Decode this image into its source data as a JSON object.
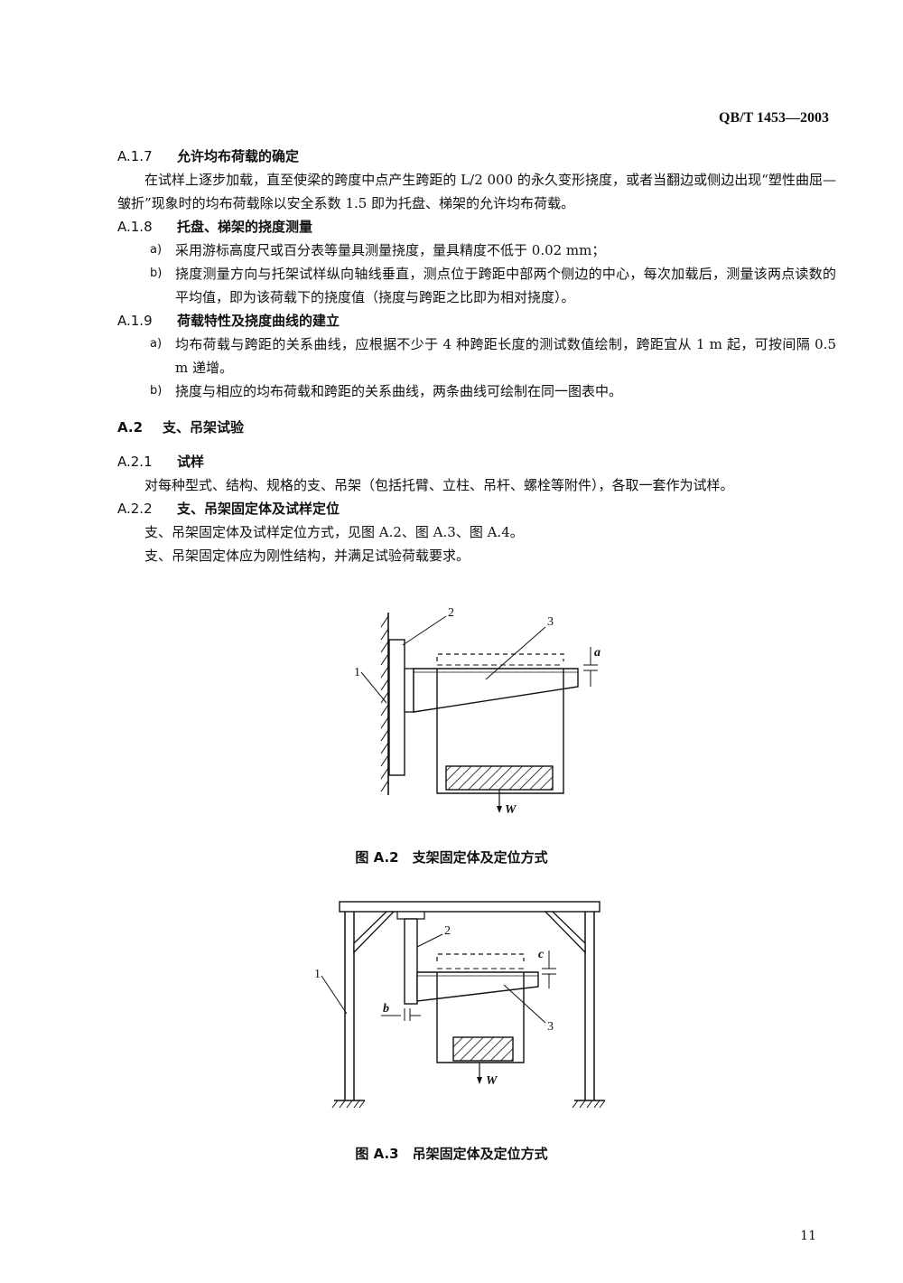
{
  "header": {
    "code": "QB/T 1453—2003"
  },
  "a17": {
    "num": "A.1.7",
    "title": "允许均布荷载的确定",
    "text": "在试样上逐步加载，直至使梁的跨度中点产生跨距的 L/2 000 的永久变形挠度，或者当翻边或侧边出现“塑性曲屈—皱折”现象时的均布荷载除以安全系数 1.5 即为托盘、梯架的允许均布荷载。"
  },
  "a18": {
    "num": "A.1.8",
    "title": "托盘、梯架的挠度测量",
    "items": [
      {
        "marker": "a)",
        "text": "采用游标高度尺或百分表等量具测量挠度，量具精度不低于 0.02 mm；"
      },
      {
        "marker": "b)",
        "text": "挠度测量方向与托架试样纵向轴线垂直，测点位于跨距中部两个侧边的中心，每次加载后，测量该两点读数的平均值，即为该荷载下的挠度值（挠度与跨距之比即为相对挠度）。"
      }
    ]
  },
  "a19": {
    "num": "A.1.9",
    "title": "荷载特性及挠度曲线的建立",
    "items": [
      {
        "marker": "a)",
        "text": "均布荷载与跨距的关系曲线，应根据不少于 4 种跨距长度的测试数值绘制，跨距宜从 1 m 起，可按间隔 0.5 m 递增。"
      },
      {
        "marker": "b)",
        "text": "挠度与相应的均布荷载和跨距的关系曲线，两条曲线可绘制在同一图表中。"
      }
    ]
  },
  "a2": {
    "num": "A.2",
    "title": "支、吊架试验"
  },
  "a21": {
    "num": "A.2.1",
    "title": "试样",
    "text": "对每种型式、结构、规格的支、吊架（包括托臂、立柱、吊杆、螺栓等附件），各取一套作为试样。"
  },
  "a22": {
    "num": "A.2.2",
    "title": "支、吊架固定体及试样定位",
    "lines": [
      "支、吊架固定体及试样定位方式，见图 A.2、图 A.3、图 A.4。",
      "支、吊架固定体应为刚性结构，并满足试验荷载要求。"
    ]
  },
  "fig2": {
    "labels": {
      "n1": "1",
      "n2": "2",
      "n3": "3",
      "a": "a",
      "w": "W"
    },
    "caption": "图 A.2　支架固定体及定位方式"
  },
  "fig3": {
    "labels": {
      "n1": "1",
      "n2": "2",
      "n3": "3",
      "b": "b",
      "c": "c",
      "w": "W"
    },
    "caption": "图 A.3　吊架固定体及定位方式"
  },
  "page": {
    "number": "11"
  }
}
